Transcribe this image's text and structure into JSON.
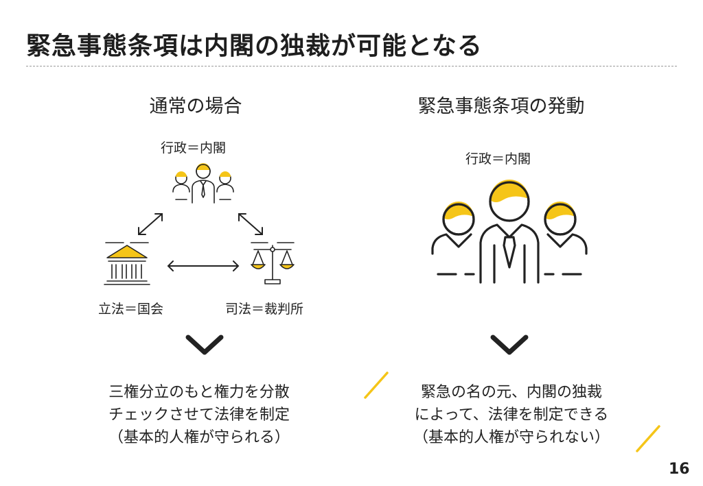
{
  "title": "緊急事態条項は内閣の独裁が可能となる",
  "left": {
    "heading": "通常の場合",
    "executive_label": "行政＝内閣",
    "legislative_label": "立法＝国会",
    "judicial_label": "司法＝裁判所",
    "body_lines": [
      "三権分立のもと権力を分散",
      "チェックさせて法律を制定",
      "（基本的人権が守られる）"
    ]
  },
  "right": {
    "heading": "緊急事態条項の発動",
    "executive_label": "行政＝内閣",
    "body_lines": [
      "緊急の名の元、内閣の独裁",
      "によって、法律を制定できる",
      "（基本的人権が守られない）"
    ]
  },
  "page_number": "16",
  "colors": {
    "accent": "#f5c518",
    "ink": "#222222"
  },
  "icons": [
    "people-group-icon",
    "parliament-building-icon",
    "scales-icon",
    "chevron-down-icon"
  ]
}
